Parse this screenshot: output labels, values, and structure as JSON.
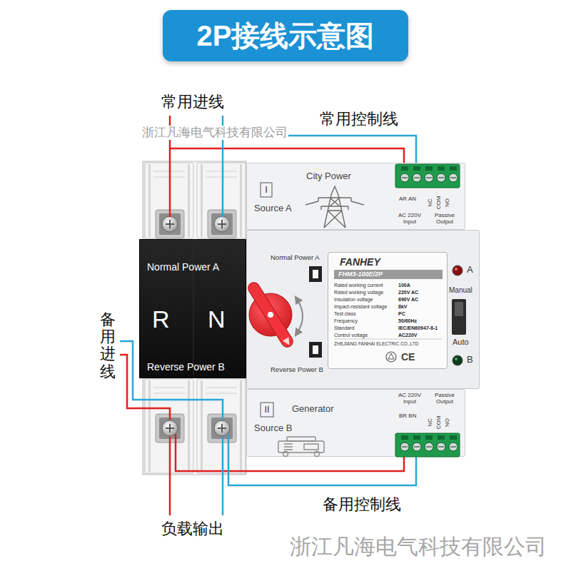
{
  "diagram": {
    "title": "2P接线示意图",
    "nodes": [
      {
        "text": [
          "I",
          "City Power",
          "Source A",
          "AR AN",
          "NC",
          "COM",
          "NO",
          "AC 220V Input",
          "Passive Output"
        ]
      },
      {
        "text": [
          "Normal Power A",
          "R",
          "N",
          "Reverse Power B"
        ]
      },
      {
        "text": [
          "Normal Power A",
          "Reverse Power B",
          "A",
          "Manual",
          "Auto",
          "B"
        ]
      },
      {
        "text": [
          "FANHEY",
          "FHM3-100E/2P",
          "Rated working current",
          "100A",
          "Rated working voltage",
          "220V AC",
          "Insulation voltage",
          "690V AC",
          "Impact-resistant voltage",
          "8kV",
          "Test class",
          "PC",
          "Frequency",
          "50/60Hz",
          "Standard",
          "IEC/EN60947-6-1",
          "Control voltage",
          "AC220V",
          "ZHEJIANG FANHAI ELECTRIC CO.,LTD",
          "CE"
        ],
        "in": 2
      },
      {
        "text": [
          "AC 220V Input",
          "Passive Output",
          "BR BN",
          "NC",
          "COM",
          "NO",
          "Generator",
          "II",
          "Source B"
        ]
      }
    ],
    "labels": [
      "常用进线",
      "常用控制线",
      "备用进线",
      "负载输出",
      "备用控制线",
      "浙江凡海电气科技有限公司",
      "浙江凡海电气科技有限公司"
    ]
  }
}
